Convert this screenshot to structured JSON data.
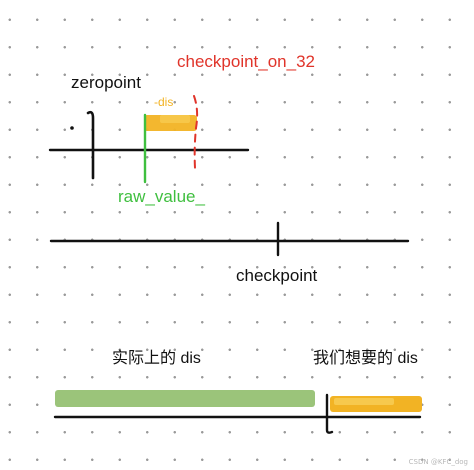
{
  "labels": {
    "zeropoint": "zeropoint",
    "checkpoint_on_32": "checkpoint_on_32",
    "minus_dis": "-dis",
    "raw_value": "raw_value_",
    "checkpoint": "checkpoint",
    "actual_dis": "实际上的 dis",
    "wanted_dis": "我们想要的 dis"
  },
  "colors": {
    "ink": "#111111",
    "green": "#3fbf3f",
    "red": "#e0342a",
    "orange": "#f2b324",
    "orange_light": "#f7c94d",
    "green_bar": "#9bc47a"
  },
  "watermark": "CSDN @KFC_dog",
  "icons": {
    "dot": "small-dot-mark"
  }
}
